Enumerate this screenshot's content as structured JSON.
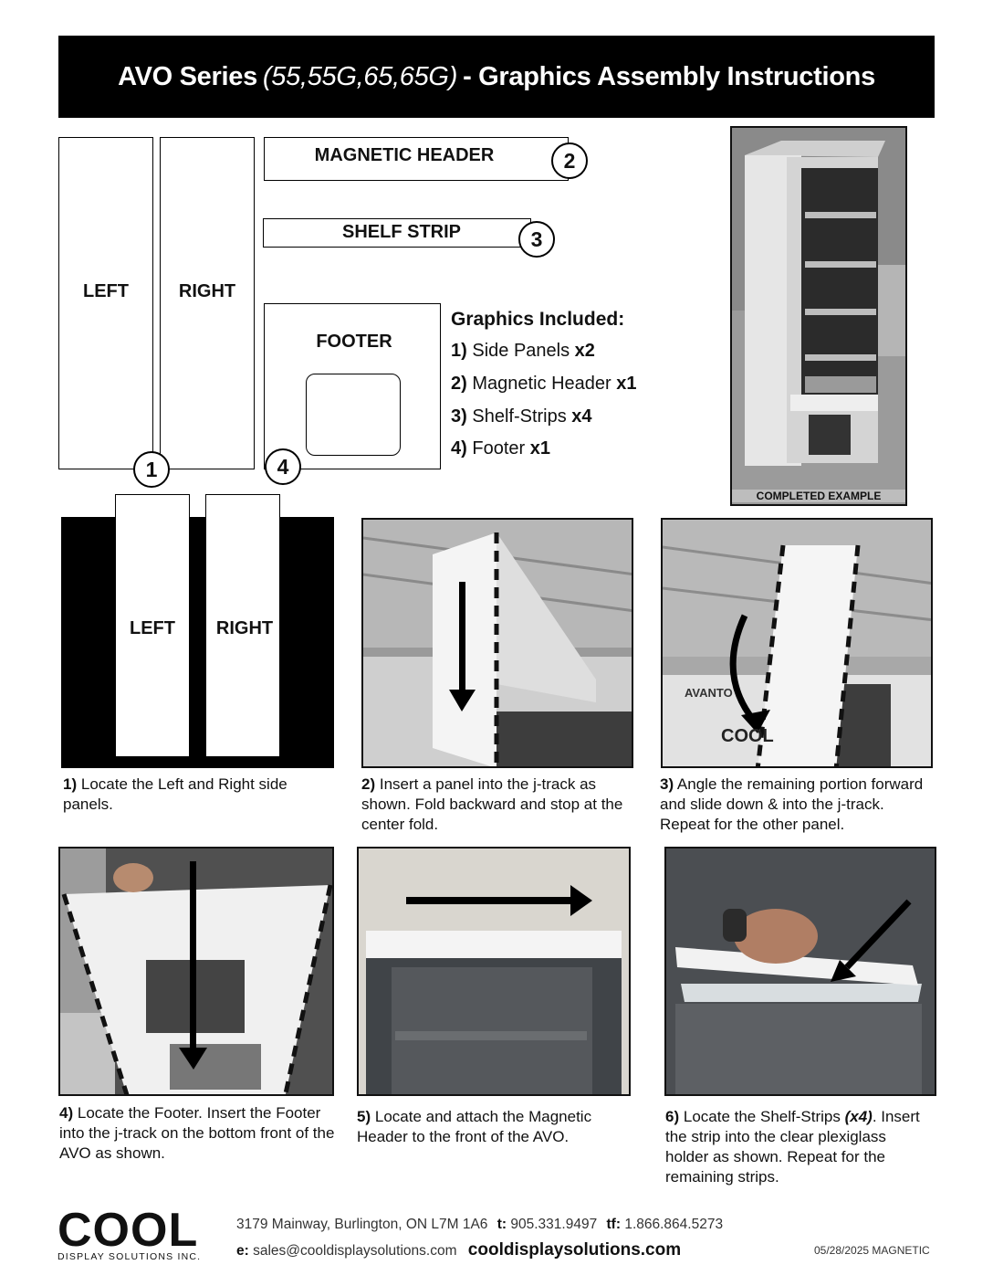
{
  "header": {
    "title_a": "AVO Series",
    "title_b": "(55,55G,65,65G)",
    "title_c": "- Graphics Assembly Instructions"
  },
  "parts": {
    "left": "LEFT",
    "right": "RIGHT",
    "header": "MAGNETIC HEADER",
    "shelf": "SHELF STRIP",
    "footer": "FOOTER",
    "n1": "1",
    "n2": "2",
    "n3": "3",
    "n4": "4"
  },
  "included": {
    "title": "Graphics Included:",
    "items": [
      {
        "num": "1)",
        "name": "Side Panels",
        "qty": "x2"
      },
      {
        "num": "2)",
        "name": "Magnetic Header",
        "qty": "x1"
      },
      {
        "num": "3)",
        "name": "Shelf-Strips",
        "qty": "x4"
      },
      {
        "num": "4)",
        "name": "Footer",
        "qty": "x1"
      }
    ]
  },
  "completed_label": "COMPLETED EXAMPLE",
  "step1_labels": {
    "left": "LEFT",
    "right": "RIGHT"
  },
  "steps": [
    {
      "num": "1)",
      "text": "Locate the Left and Right side panels."
    },
    {
      "num": "2)",
      "text": "Insert a panel into the j-track as shown. Fold backward and stop at the center fold."
    },
    {
      "num": "3)",
      "text": "Angle the remaining portion forward and slide down & into the j-track. Repeat for the other panel."
    },
    {
      "num": "4)",
      "text": "Locate the Footer. Insert the Footer into the j-track on the bottom front of the AVO as shown."
    },
    {
      "num": "5)",
      "text": "Locate and attach the Magnetic Header to the front of the AVO."
    },
    {
      "num": "6)",
      "text_a": "Locate the Shelf-Strips",
      "text_b": "(x4)",
      "text_c": ". Insert the strip into the clear plexiglass holder as shown. Repeat for the remaining strips."
    }
  ],
  "photo_text": {
    "avanto": "AVANTO",
    "cool": "COOL"
  },
  "footer": {
    "logo": "COOL",
    "logo_sub": "DISPLAY SOLUTIONS INC.",
    "address": "3179 Mainway, Burlington, ON L7M 1A6",
    "t_label": "t:",
    "phone": "905.331.9497",
    "tf_label": "tf:",
    "tollfree": "1.866.864.5273",
    "e_label": "e:",
    "email": "sales@cooldisplaysolutions.com",
    "website": "cooldisplaysolutions.com",
    "doc_code": "05/28/2025 MAGNETIC"
  }
}
